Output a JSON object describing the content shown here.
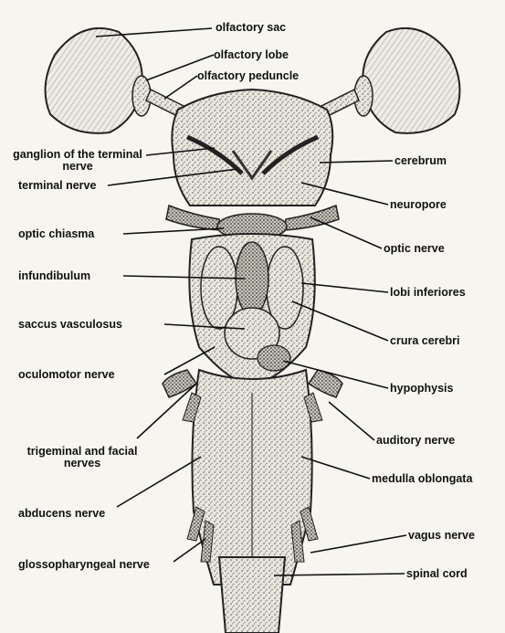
{
  "labels": {
    "olfactory_sac": "olfactory sac",
    "olfactory_lobe": "olfactory lobe",
    "olfactory_peduncle": "olfactory peduncle",
    "ganglion_terminal_nerve": "ganglion of the terminal nerve",
    "cerebrum": "cerebrum",
    "terminal_nerve": "terminal nerve",
    "neuropore": "neuropore",
    "optic_chiasma": "optic chiasma",
    "optic_nerve": "optic nerve",
    "infundibulum": "infundibulum",
    "lobi_inferiores": "lobi inferiores",
    "saccus_vasculosus": "saccus vasculosus",
    "crura_cerebri": "crura cerebri",
    "oculomotor_nerve": "oculomotor nerve",
    "hypophysis": "hypophysis",
    "trigeminal_facial_nerves": "trigeminal and facial nerves",
    "auditory_nerve": "auditory nerve",
    "abducens_nerve": "abducens nerve",
    "medulla_oblongata": "medulla oblongata",
    "glossopharyngeal_nerve": "glossopharyngeal nerve",
    "vagus_nerve": "vagus nerve",
    "spinal_cord": "spinal cord"
  }
}
